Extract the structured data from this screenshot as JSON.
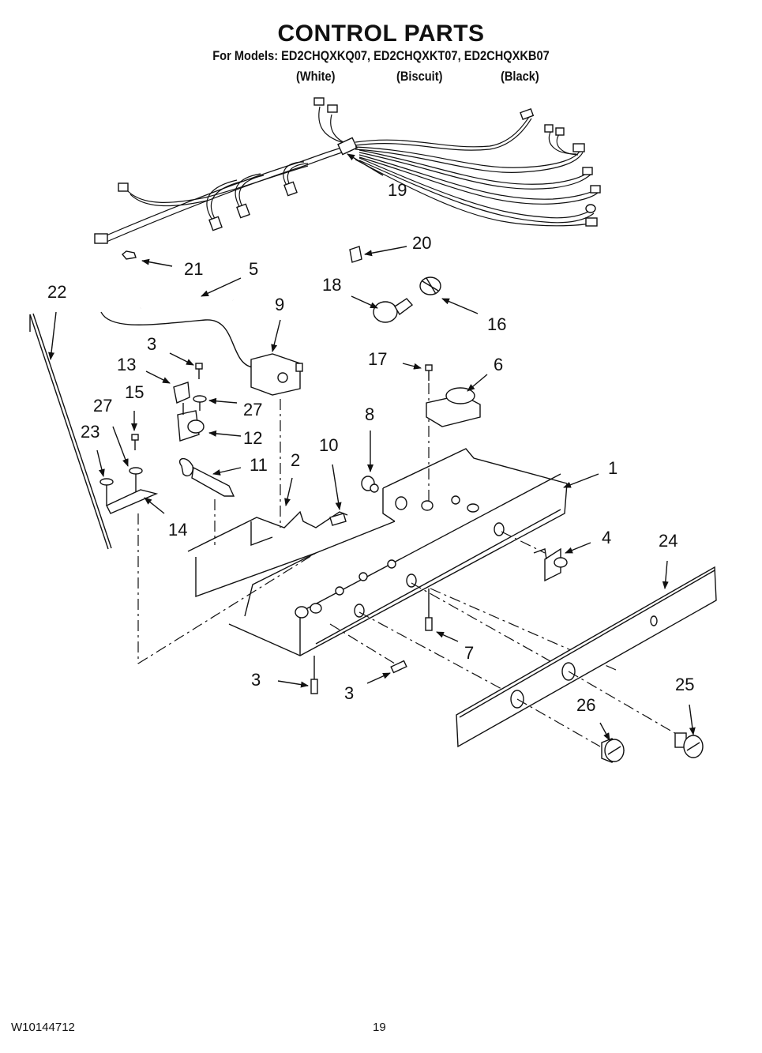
{
  "header": {
    "title": "CONTROL PARTS",
    "models_line": "For Models: ED2CHQXKQ07, ED2CHQXKT07, ED2CHQXKB07",
    "colors": [
      "(White)",
      "(Biscuit)",
      "(Black)"
    ]
  },
  "footer": {
    "doc_number": "W10144712",
    "page_number": "19"
  },
  "parts": {
    "p1": "1",
    "p2": "2",
    "p3a": "3",
    "p3b": "3",
    "p3c": "3",
    "p4": "4",
    "p5": "5",
    "p6": "6",
    "p7": "7",
    "p8": "8",
    "p9": "9",
    "p10": "10",
    "p11": "11",
    "p12": "12",
    "p13": "13",
    "p14": "14",
    "p15": "15",
    "p16": "16",
    "p17": "17",
    "p18": "18",
    "p19": "19",
    "p20": "20",
    "p21": "21",
    "p22": "22",
    "p23": "23",
    "p24": "24",
    "p25": "25",
    "p26": "26",
    "p27a": "27",
    "p27b": "27"
  }
}
